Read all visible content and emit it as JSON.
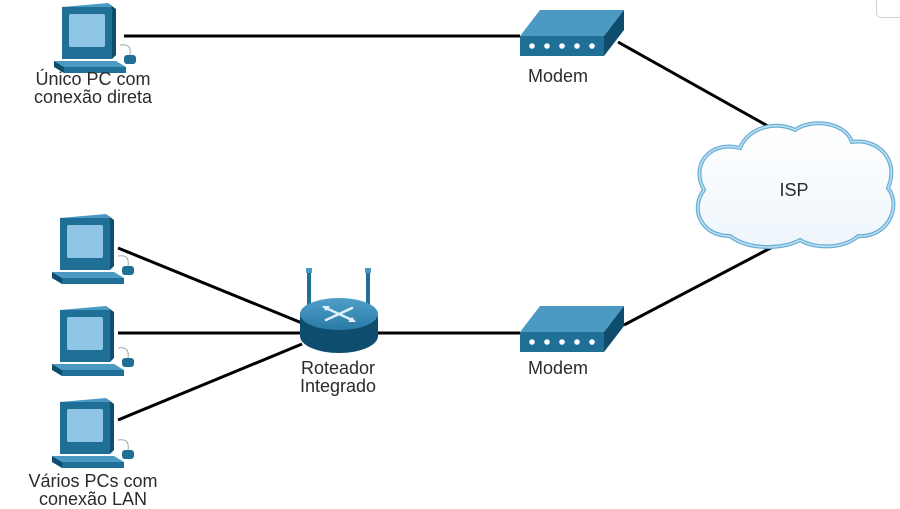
{
  "pc_single": {
    "label_line1": "Único PC com",
    "label_line2": "conexão direta"
  },
  "pc_lan": {
    "label_line1": "Vários PCs com",
    "label_line2": "conexão LAN"
  },
  "router": {
    "label_line1": "Roteador",
    "label_line2": "Integrado"
  },
  "modem_top": {
    "label": "Modem"
  },
  "modem_bottom": {
    "label": "Modem"
  },
  "isp": {
    "label": "ISP"
  },
  "colors": {
    "device_blue": "#1f6f97",
    "device_dark": "#0e4d6e",
    "device_light": "#4a9ac4",
    "screen": "#8fc6e6",
    "cloud_edge": "#5fa4cf",
    "link": "#000000"
  },
  "icons": [
    "computer-icon",
    "modem-icon",
    "router-icon",
    "cloud-icon"
  ]
}
